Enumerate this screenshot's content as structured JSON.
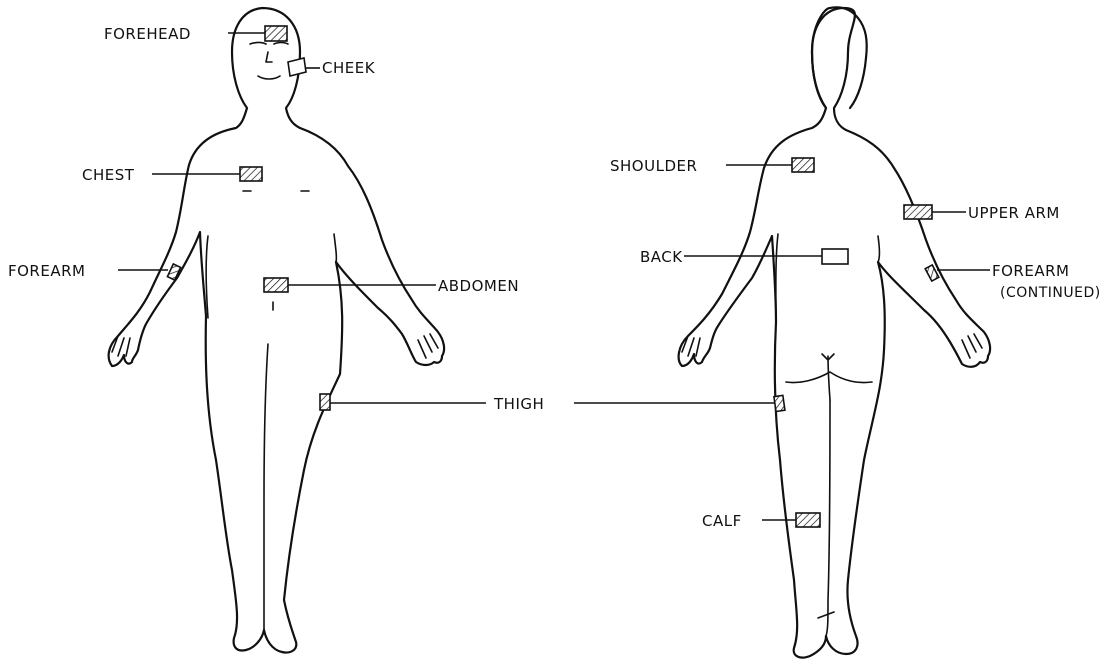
{
  "labels": {
    "forehead": "FOREHEAD",
    "cheek": "CHEEK",
    "chest": "CHEST",
    "forearm": "FOREARM",
    "abdomen": "ABDOMEN",
    "thigh": "THIGH",
    "shoulder": "SHOULDER",
    "upper_arm": "UPPER ARM",
    "back": "BACK",
    "forearm_back": "FOREARM",
    "continued": "(CONTINUED)",
    "calf": "CALF"
  }
}
